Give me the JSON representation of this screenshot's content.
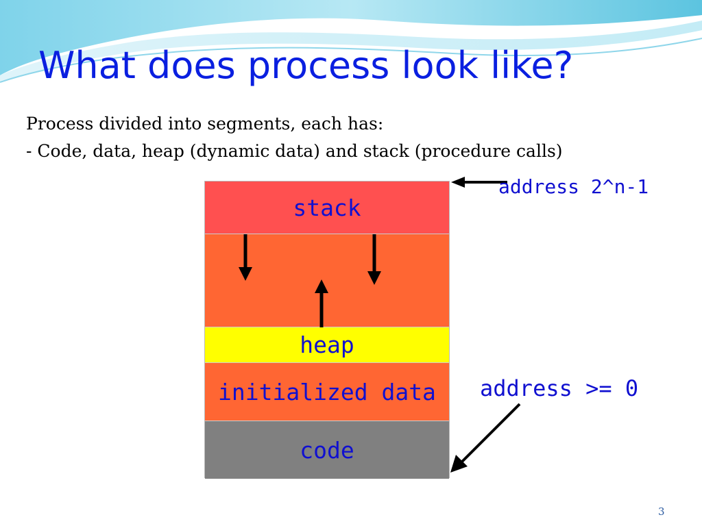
{
  "slide": {
    "title": "What does process look like?",
    "body_line_1": "Process divided into segments, each has:",
    "body_line_2": "- Code, data, heap (dynamic data) and stack (procedure calls)",
    "page_number": "3"
  },
  "diagram": {
    "segments": [
      {
        "id": "stack",
        "label": "stack",
        "color": "#ff5050"
      },
      {
        "id": "free",
        "label": "",
        "color": "#ff6633"
      },
      {
        "id": "heap",
        "label": "heap",
        "color": "#ffff00"
      },
      {
        "id": "data",
        "label": "initialized data",
        "color": "#ff6633"
      },
      {
        "id": "code",
        "label": "code",
        "color": "#808080"
      }
    ],
    "top_address_label": "address 2^n-1",
    "bottom_address_label": "address >= 0"
  },
  "colors": {
    "title": "#0a1fe0",
    "segment_text": "#1010d0",
    "arrow": "#000000"
  }
}
